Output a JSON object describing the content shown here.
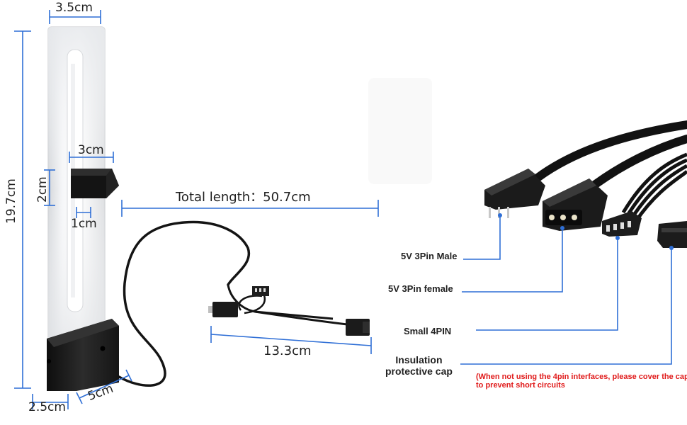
{
  "dimensions": {
    "height": "19.7cm",
    "top_width": "3.5cm",
    "holder_width": "3cm",
    "holder_height": "2cm",
    "holder_depth": "1cm",
    "base_depth": "2.5cm",
    "base_width": "5cm",
    "total_length_label": "Total length：50.7cm",
    "splitter_length": "13.3cm"
  },
  "connectors": [
    {
      "label": "5V 3Pin Male"
    },
    {
      "label": "5V 3Pin female"
    },
    {
      "label": "Small 4PIN"
    },
    {
      "label": "Insulation\nprotective cap"
    }
  ],
  "note": {
    "line1": "(When not using the 4pin interfaces, please cover the cap",
    "line2": "to prevent short circuits"
  },
  "colors": {
    "dimension_line": "#2f6fd6",
    "warning_text": "#e01a1a",
    "bracket_body": "#1b1b1b"
  }
}
